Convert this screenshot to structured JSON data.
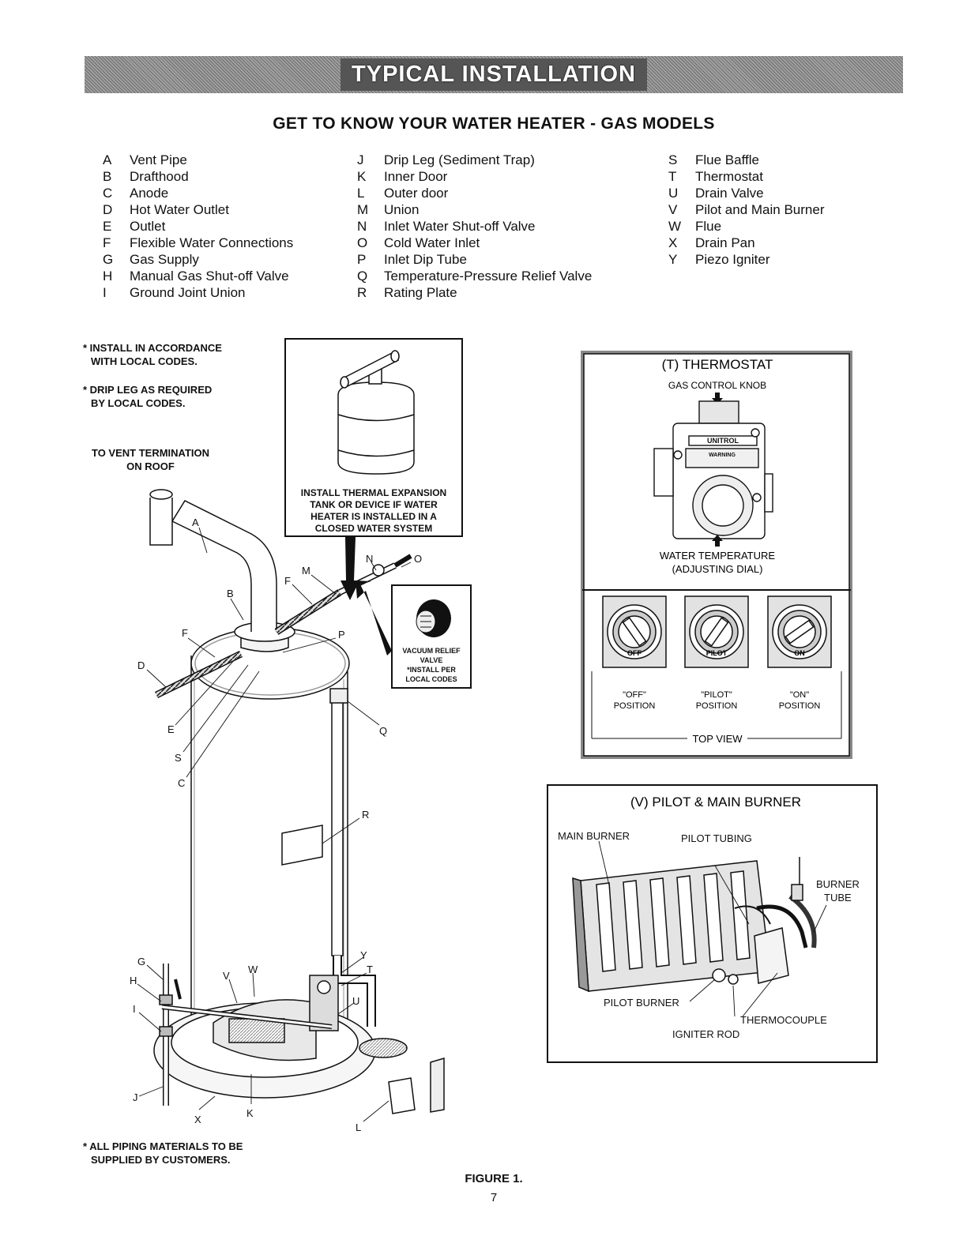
{
  "header": {
    "banner": "TYPICAL INSTALLATION",
    "subtitle": "GET TO KNOW YOUR WATER HEATER - GAS MODELS"
  },
  "legend": {
    "col1": [
      {
        "key": "A",
        "label": "Vent Pipe"
      },
      {
        "key": "B",
        "label": "Drafthood"
      },
      {
        "key": "C",
        "label": "Anode"
      },
      {
        "key": "D",
        "label": "Hot Water Outlet"
      },
      {
        "key": "E",
        "label": "Outlet"
      },
      {
        "key": "F",
        "label": "Flexible Water Connections"
      },
      {
        "key": "G",
        "label": "Gas Supply"
      },
      {
        "key": "H",
        "label": "Manual Gas Shut-off Valve"
      },
      {
        "key": "I",
        "label": "Ground Joint Union"
      }
    ],
    "col2": [
      {
        "key": "J",
        "label": "Drip Leg (Sediment Trap)"
      },
      {
        "key": "K",
        "label": "Inner Door"
      },
      {
        "key": "L",
        "label": "Outer door"
      },
      {
        "key": "M",
        "label": "Union"
      },
      {
        "key": "N",
        "label": "Inlet Water Shut-off Valve"
      },
      {
        "key": "O",
        "label": "Cold Water Inlet"
      },
      {
        "key": "P",
        "label": "Inlet Dip Tube"
      },
      {
        "key": "Q",
        "label": "Temperature-Pressure Relief Valve"
      },
      {
        "key": "R",
        "label": "Rating Plate"
      }
    ],
    "col3": [
      {
        "key": "S",
        "label": "Flue Baffle"
      },
      {
        "key": "T",
        "label": "Thermostat"
      },
      {
        "key": "U",
        "label": "Drain Valve"
      },
      {
        "key": "V",
        "label": "Pilot and Main Burner"
      },
      {
        "key": "W",
        "label": "Flue"
      },
      {
        "key": "X",
        "label": "Drain Pan"
      },
      {
        "key": "Y",
        "label": "Piezo Igniter"
      }
    ]
  },
  "notes": {
    "codes_1": "* INSTALL IN ACCORDANCE",
    "codes_2": "WITH LOCAL CODES.",
    "drip_1": "* DRIP LEG AS REQUIRED",
    "drip_2": "BY LOCAL CODES.",
    "vent_1": "TO VENT TERMINATION",
    "vent_2": "ON ROOF",
    "piping_1": "* ALL PIPING MATERIALS TO BE",
    "piping_2": "SUPPLIED BY CUSTOMERS."
  },
  "expansion_box": {
    "line1": "INSTALL THERMAL EXPANSION",
    "line2": "TANK OR DEVICE IF WATER",
    "line3": "HEATER IS INSTALLED IN A",
    "line4": "CLOSED WATER SYSTEM"
  },
  "vacuum_box": {
    "line1": "VACUUM RELIEF",
    "line2": "VALVE",
    "line3": "*INSTALL PER",
    "line4": "LOCAL CODES"
  },
  "thermostat_panel": {
    "title": "(T) THERMOSTAT",
    "knob_label": "GAS CONTROL KNOB",
    "brand": "UNITROL",
    "warning": "WARNING",
    "dial_1": "WATER TEMPERATURE",
    "dial_2": "(ADJUSTING DIAL)",
    "positions": [
      {
        "q": "\"OFF\"",
        "p": "POSITION",
        "knob": "OFF"
      },
      {
        "q": "\"PILOT\"",
        "p": "POSITION",
        "knob": "PILOT"
      },
      {
        "q": "\"ON\"",
        "p": "POSITION",
        "knob": "ON"
      }
    ],
    "top_view": "TOP VIEW"
  },
  "burner_panel": {
    "title": "(V) PILOT & MAIN BURNER",
    "main_burner": "MAIN BURNER",
    "pilot_tubing": "PILOT TUBING",
    "burner_tube_1": "BURNER",
    "burner_tube_2": "TUBE",
    "pilot_burner": "PILOT BURNER",
    "thermocouple": "THERMOCOUPLE",
    "igniter_rod": "IGNITER ROD"
  },
  "callouts": {
    "A": "A",
    "B": "B",
    "C": "C",
    "D": "D",
    "E": "E",
    "F": "F",
    "G": "G",
    "H": "H",
    "I": "I",
    "J": "J",
    "K": "K",
    "L": "L",
    "M": "M",
    "N": "N",
    "O": "O",
    "P": "P",
    "Q": "Q",
    "R": "R",
    "S": "S",
    "T": "T",
    "U": "U",
    "V": "V",
    "W": "W",
    "X": "X",
    "Y": "Y"
  },
  "footer": {
    "figure": "FIGURE 1.",
    "page": "7"
  }
}
